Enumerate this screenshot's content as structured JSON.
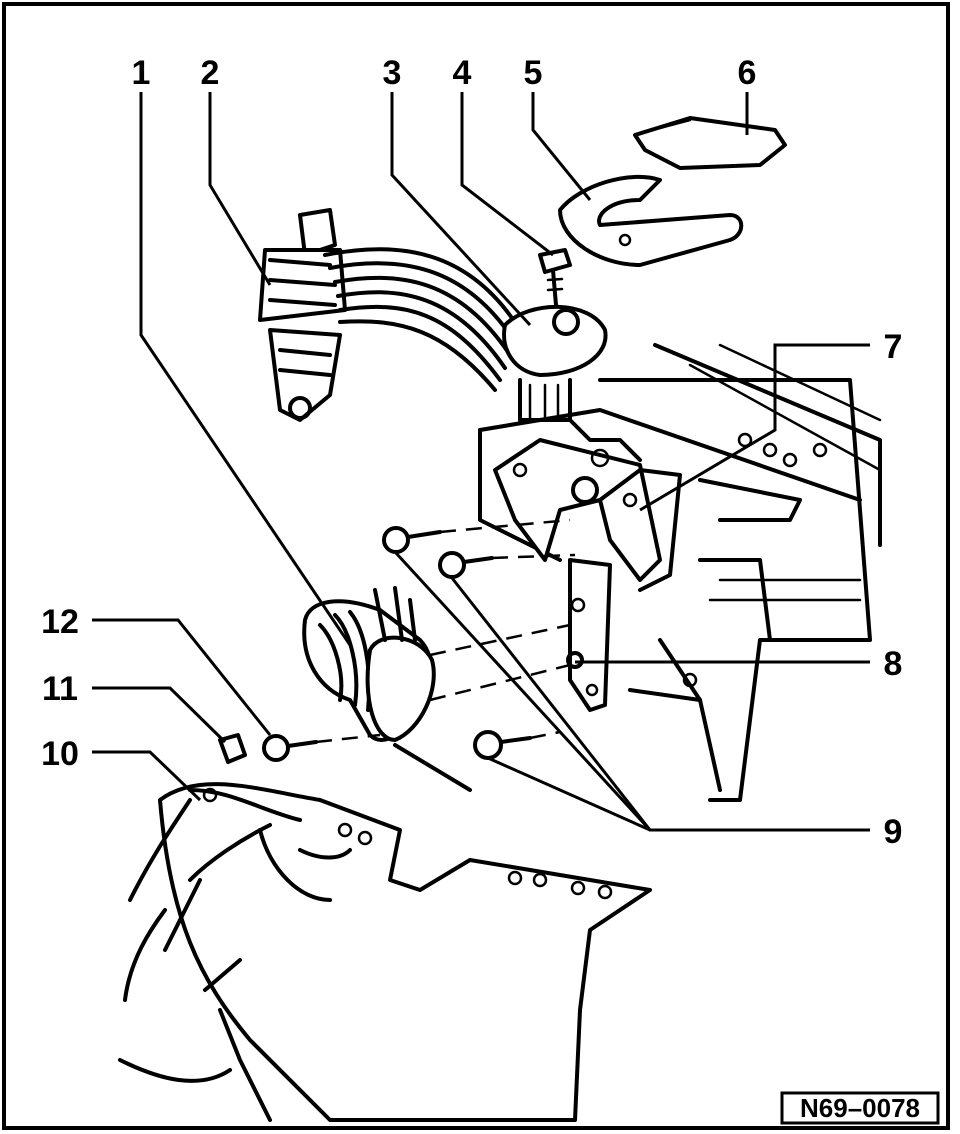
{
  "callouts": [
    {
      "id": "1",
      "text": "1"
    },
    {
      "id": "2",
      "text": "2"
    },
    {
      "id": "3",
      "text": "3"
    },
    {
      "id": "4",
      "text": "4"
    },
    {
      "id": "5",
      "text": "5"
    },
    {
      "id": "6",
      "text": "6"
    },
    {
      "id": "7",
      "text": "7"
    },
    {
      "id": "8",
      "text": "8"
    },
    {
      "id": "9",
      "text": "9"
    },
    {
      "id": "10",
      "text": "10"
    },
    {
      "id": "11",
      "text": "11"
    },
    {
      "id": "12",
      "text": "12"
    }
  ],
  "reference_code": "N69–0078",
  "colors": {
    "ink": "#000000",
    "paper": "#ffffff"
  }
}
